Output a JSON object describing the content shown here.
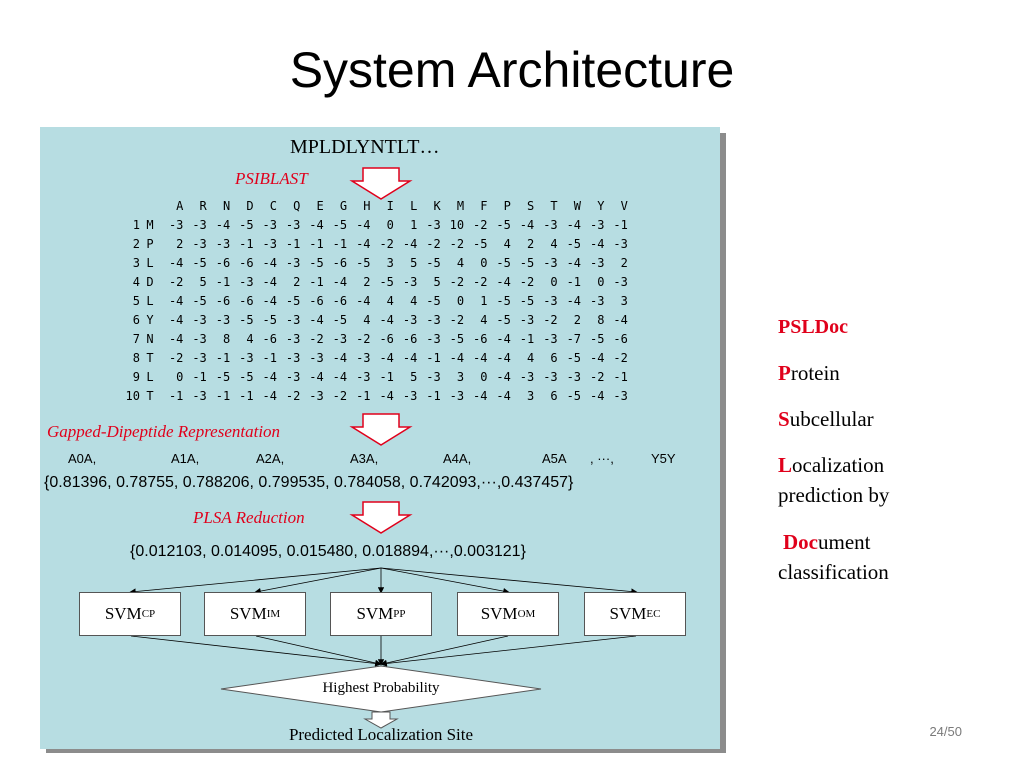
{
  "title": "System Architecture",
  "diagram": {
    "sequence": "MPLDLYNTLT…",
    "step1_label": "PSIBLAST",
    "matrix": {
      "columns": [
        "A",
        "R",
        "N",
        "D",
        "C",
        "Q",
        "E",
        "G",
        "H",
        "I",
        "L",
        "K",
        "M",
        "F",
        "P",
        "S",
        "T",
        "W",
        "Y",
        "V"
      ],
      "rows": [
        {
          "index": "1",
          "residue": "M",
          "values": [
            "-3",
            "-3",
            "-4",
            "-5",
            "-3",
            "-3",
            "-4",
            "-5",
            "-4",
            "0",
            "1",
            "-3",
            "10",
            "-2",
            "-5",
            "-4",
            "-3",
            "-4",
            "-3",
            "-1"
          ]
        },
        {
          "index": "2",
          "residue": "P",
          "values": [
            "2",
            "-3",
            "-3",
            "-1",
            "-3",
            "-1",
            "-1",
            "-1",
            "-4",
            "-2",
            "-4",
            "-2",
            "-2",
            "-5",
            "4",
            "2",
            "4",
            "-5",
            "-4",
            "-3"
          ]
        },
        {
          "index": "3",
          "residue": "L",
          "values": [
            "-4",
            "-5",
            "-6",
            "-6",
            "-4",
            "-3",
            "-5",
            "-6",
            "-5",
            "3",
            "5",
            "-5",
            "4",
            "0",
            "-5",
            "-5",
            "-3",
            "-4",
            "-3",
            "2"
          ]
        },
        {
          "index": "4",
          "residue": "D",
          "values": [
            "-2",
            "5",
            "-1",
            "-3",
            "-4",
            "2",
            "-1",
            "-4",
            "2",
            "-5",
            "-3",
            "5",
            "-2",
            "-2",
            "-4",
            "-2",
            "0",
            "-1",
            "0",
            "-3"
          ]
        },
        {
          "index": "5",
          "residue": "L",
          "values": [
            "-4",
            "-5",
            "-6",
            "-6",
            "-4",
            "-5",
            "-6",
            "-6",
            "-4",
            "4",
            "4",
            "-5",
            "0",
            "1",
            "-5",
            "-5",
            "-3",
            "-4",
            "-3",
            "3"
          ]
        },
        {
          "index": "6",
          "residue": "Y",
          "values": [
            "-4",
            "-3",
            "-3",
            "-5",
            "-5",
            "-3",
            "-4",
            "-5",
            "4",
            "-4",
            "-3",
            "-3",
            "-2",
            "4",
            "-5",
            "-3",
            "-2",
            "2",
            "8",
            "-4"
          ]
        },
        {
          "index": "7",
          "residue": "N",
          "values": [
            "-4",
            "-3",
            "8",
            "4",
            "-6",
            "-3",
            "-2",
            "-3",
            "-2",
            "-6",
            "-6",
            "-3",
            "-5",
            "-6",
            "-4",
            "-1",
            "-3",
            "-7",
            "-5",
            "-6"
          ]
        },
        {
          "index": "8",
          "residue": "T",
          "values": [
            "-2",
            "-3",
            "-1",
            "-3",
            "-1",
            "-3",
            "-3",
            "-4",
            "-3",
            "-4",
            "-4",
            "-1",
            "-4",
            "-4",
            "-4",
            "4",
            "6",
            "-5",
            "-4",
            "-2"
          ]
        },
        {
          "index": "9",
          "residue": "L",
          "values": [
            "0",
            "-1",
            "-5",
            "-5",
            "-4",
            "-3",
            "-4",
            "-4",
            "-3",
            "-1",
            "5",
            "-3",
            "3",
            "0",
            "-4",
            "-3",
            "-3",
            "-3",
            "-2",
            "-1"
          ]
        },
        {
          "index": "10",
          "residue": "T",
          "values": [
            "-1",
            "-3",
            "-1",
            "-1",
            "-4",
            "-2",
            "-3",
            "-2",
            "-1",
            "-4",
            "-3",
            "-1",
            "-3",
            "-4",
            "-4",
            "3",
            "6",
            "-5",
            "-4",
            "-3"
          ]
        }
      ]
    },
    "step2_label": "Gapped-Dipeptide Representation",
    "feature_labels": [
      "A0A,",
      "A1A,",
      "A2A,",
      "A3A,",
      "A4A,",
      "A5A",
      ", ···,",
      "Y5Y"
    ],
    "feature_vector": "{0.81396, 0.78755, 0.788206, 0.799535, 0.784058, 0.742093,···,0.437457}",
    "step3_label": "PLSA Reduction",
    "reduced_vector": "{0.012103, 0.014095, 0.015480, 0.018894,···,0.003121}",
    "classifiers": [
      {
        "base": "SVM",
        "sub": "CP"
      },
      {
        "base": "SVM",
        "sub": "IM"
      },
      {
        "base": "SVM",
        "sub": "PP"
      },
      {
        "base": "SVM",
        "sub": "OM"
      },
      {
        "base": "SVM",
        "sub": "EC"
      }
    ],
    "decision": "Highest Probability",
    "output": "Predicted Localization Site"
  },
  "acronym": {
    "name": "PSLDoc",
    "lines": [
      {
        "highlight": "P",
        "rest": "rotein"
      },
      {
        "highlight": "S",
        "rest": "ubcellular"
      },
      {
        "highlight": "L",
        "rest": "ocalization"
      },
      {
        "highlight": "",
        "rest": "prediction by"
      },
      {
        "highlight": "Doc",
        "rest": "ument"
      },
      {
        "highlight": "",
        "rest": "classification"
      }
    ]
  },
  "page_number": "24/50",
  "colors": {
    "panel": "#b7dde2",
    "accent": "#e0001b",
    "arrow_fill": "#ffffff"
  }
}
